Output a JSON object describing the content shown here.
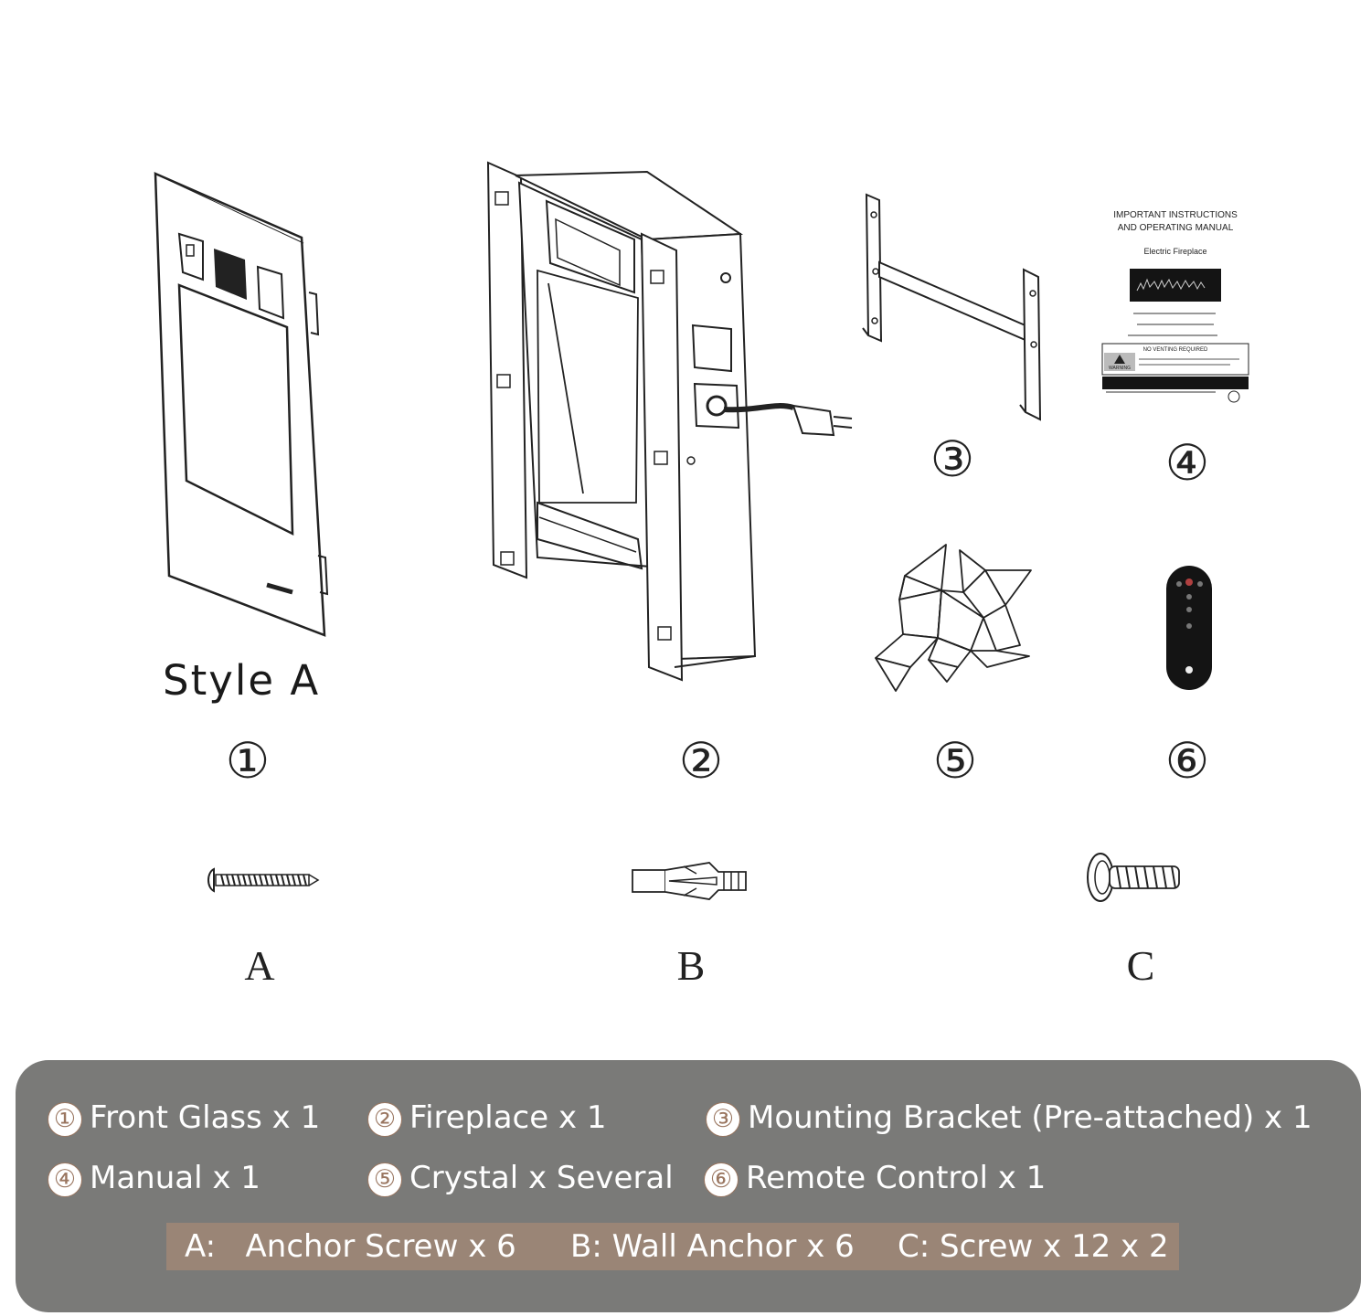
{
  "style_label": "Style A",
  "part_numbers": [
    "①",
    "②",
    "③",
    "④",
    "⑤",
    "⑥"
  ],
  "hardware_letters": [
    "A",
    "B",
    "C"
  ],
  "manual": {
    "title_line1": "IMPORTANT INSTRUCTIONS",
    "title_line2": "AND OPERATING MANUAL",
    "subtitle": "Electric Fireplace",
    "no_venting": "NO VENTING REQUIRED",
    "warning": "WARNING"
  },
  "parts_list": [
    {
      "num": "①",
      "text": "Front Glass x 1"
    },
    {
      "num": "②",
      "text": "Fireplace x 1"
    },
    {
      "num": "③",
      "text": "Mounting Bracket (Pre-attached) x 1"
    },
    {
      "num": "④",
      "text": "Manual x 1"
    },
    {
      "num": "⑤",
      "text": "Crystal x Several"
    },
    {
      "num": "⑥",
      "text": "Remote Control x 1"
    }
  ],
  "hardware_list": [
    "A:   Anchor Screw x 6",
    "B: Wall Anchor x 6",
    "C: Screw x 12 x 2"
  ],
  "colors": {
    "panel": "#7a7a78",
    "band": "#9a8576",
    "accent": "#9a7660"
  }
}
